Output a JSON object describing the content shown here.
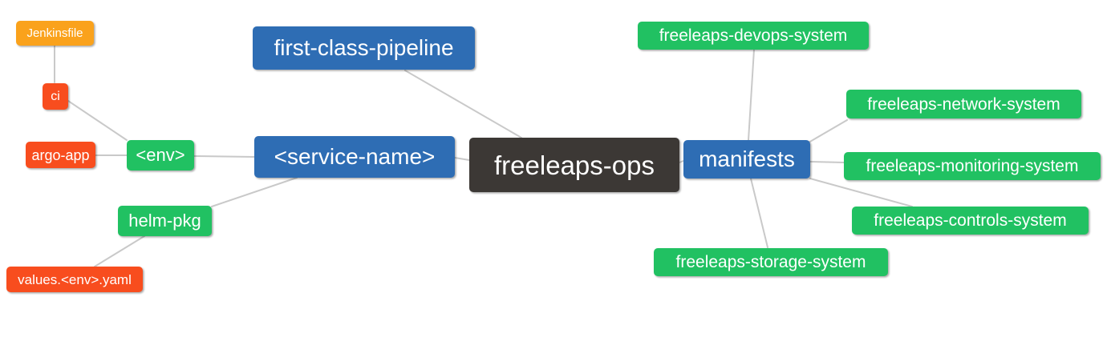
{
  "diagram": {
    "type": "mindmap",
    "root": "freeleaps-ops"
  },
  "palette": {
    "root_bg": "#3c3835",
    "primary_bg": "#2e6db4",
    "secondary_bg": "#21c162",
    "warning_bg": "#faa21c",
    "danger_bg": "#f84d1e",
    "edge": "#c9c9c9",
    "text": "#ffffff",
    "canvas_bg": "#ffffff"
  },
  "nodes": {
    "freeleaps_ops": {
      "label": "freeleaps-ops"
    },
    "first_class_pipeline": {
      "label": "first-class-pipeline"
    },
    "service_name": {
      "label": "<service-name>"
    },
    "manifests": {
      "label": "manifests"
    },
    "env": {
      "label": "<env>"
    },
    "helm_pkg": {
      "label": "helm-pkg"
    },
    "ci": {
      "label": "ci"
    },
    "argo_app": {
      "label": "argo-app"
    },
    "jenkinsfile": {
      "label": "Jenkinsfile"
    },
    "values_env_yaml": {
      "label": "values.<env>.yaml"
    },
    "devops_system": {
      "label": "freeleaps-devops-system"
    },
    "network_system": {
      "label": "freeleaps-network-system"
    },
    "monitoring_system": {
      "label": "freeleaps-monitoring-system"
    },
    "controls_system": {
      "label": "freeleaps-controls-system"
    },
    "storage_system": {
      "label": "freeleaps-storage-system"
    }
  },
  "edges": [
    {
      "from": "jenkinsfile",
      "to": "ci"
    },
    {
      "from": "ci",
      "to": "env"
    },
    {
      "from": "argo_app",
      "to": "env"
    },
    {
      "from": "env",
      "to": "service_name"
    },
    {
      "from": "helm_pkg",
      "to": "service_name"
    },
    {
      "from": "values_env_yaml",
      "to": "helm_pkg"
    },
    {
      "from": "first_class_pipeline",
      "to": "freeleaps_ops"
    },
    {
      "from": "service_name",
      "to": "freeleaps_ops"
    },
    {
      "from": "freeleaps_ops",
      "to": "manifests"
    },
    {
      "from": "manifests",
      "to": "devops_system"
    },
    {
      "from": "manifests",
      "to": "network_system"
    },
    {
      "from": "manifests",
      "to": "monitoring_system"
    },
    {
      "from": "manifests",
      "to": "controls_system"
    },
    {
      "from": "manifests",
      "to": "storage_system"
    }
  ]
}
